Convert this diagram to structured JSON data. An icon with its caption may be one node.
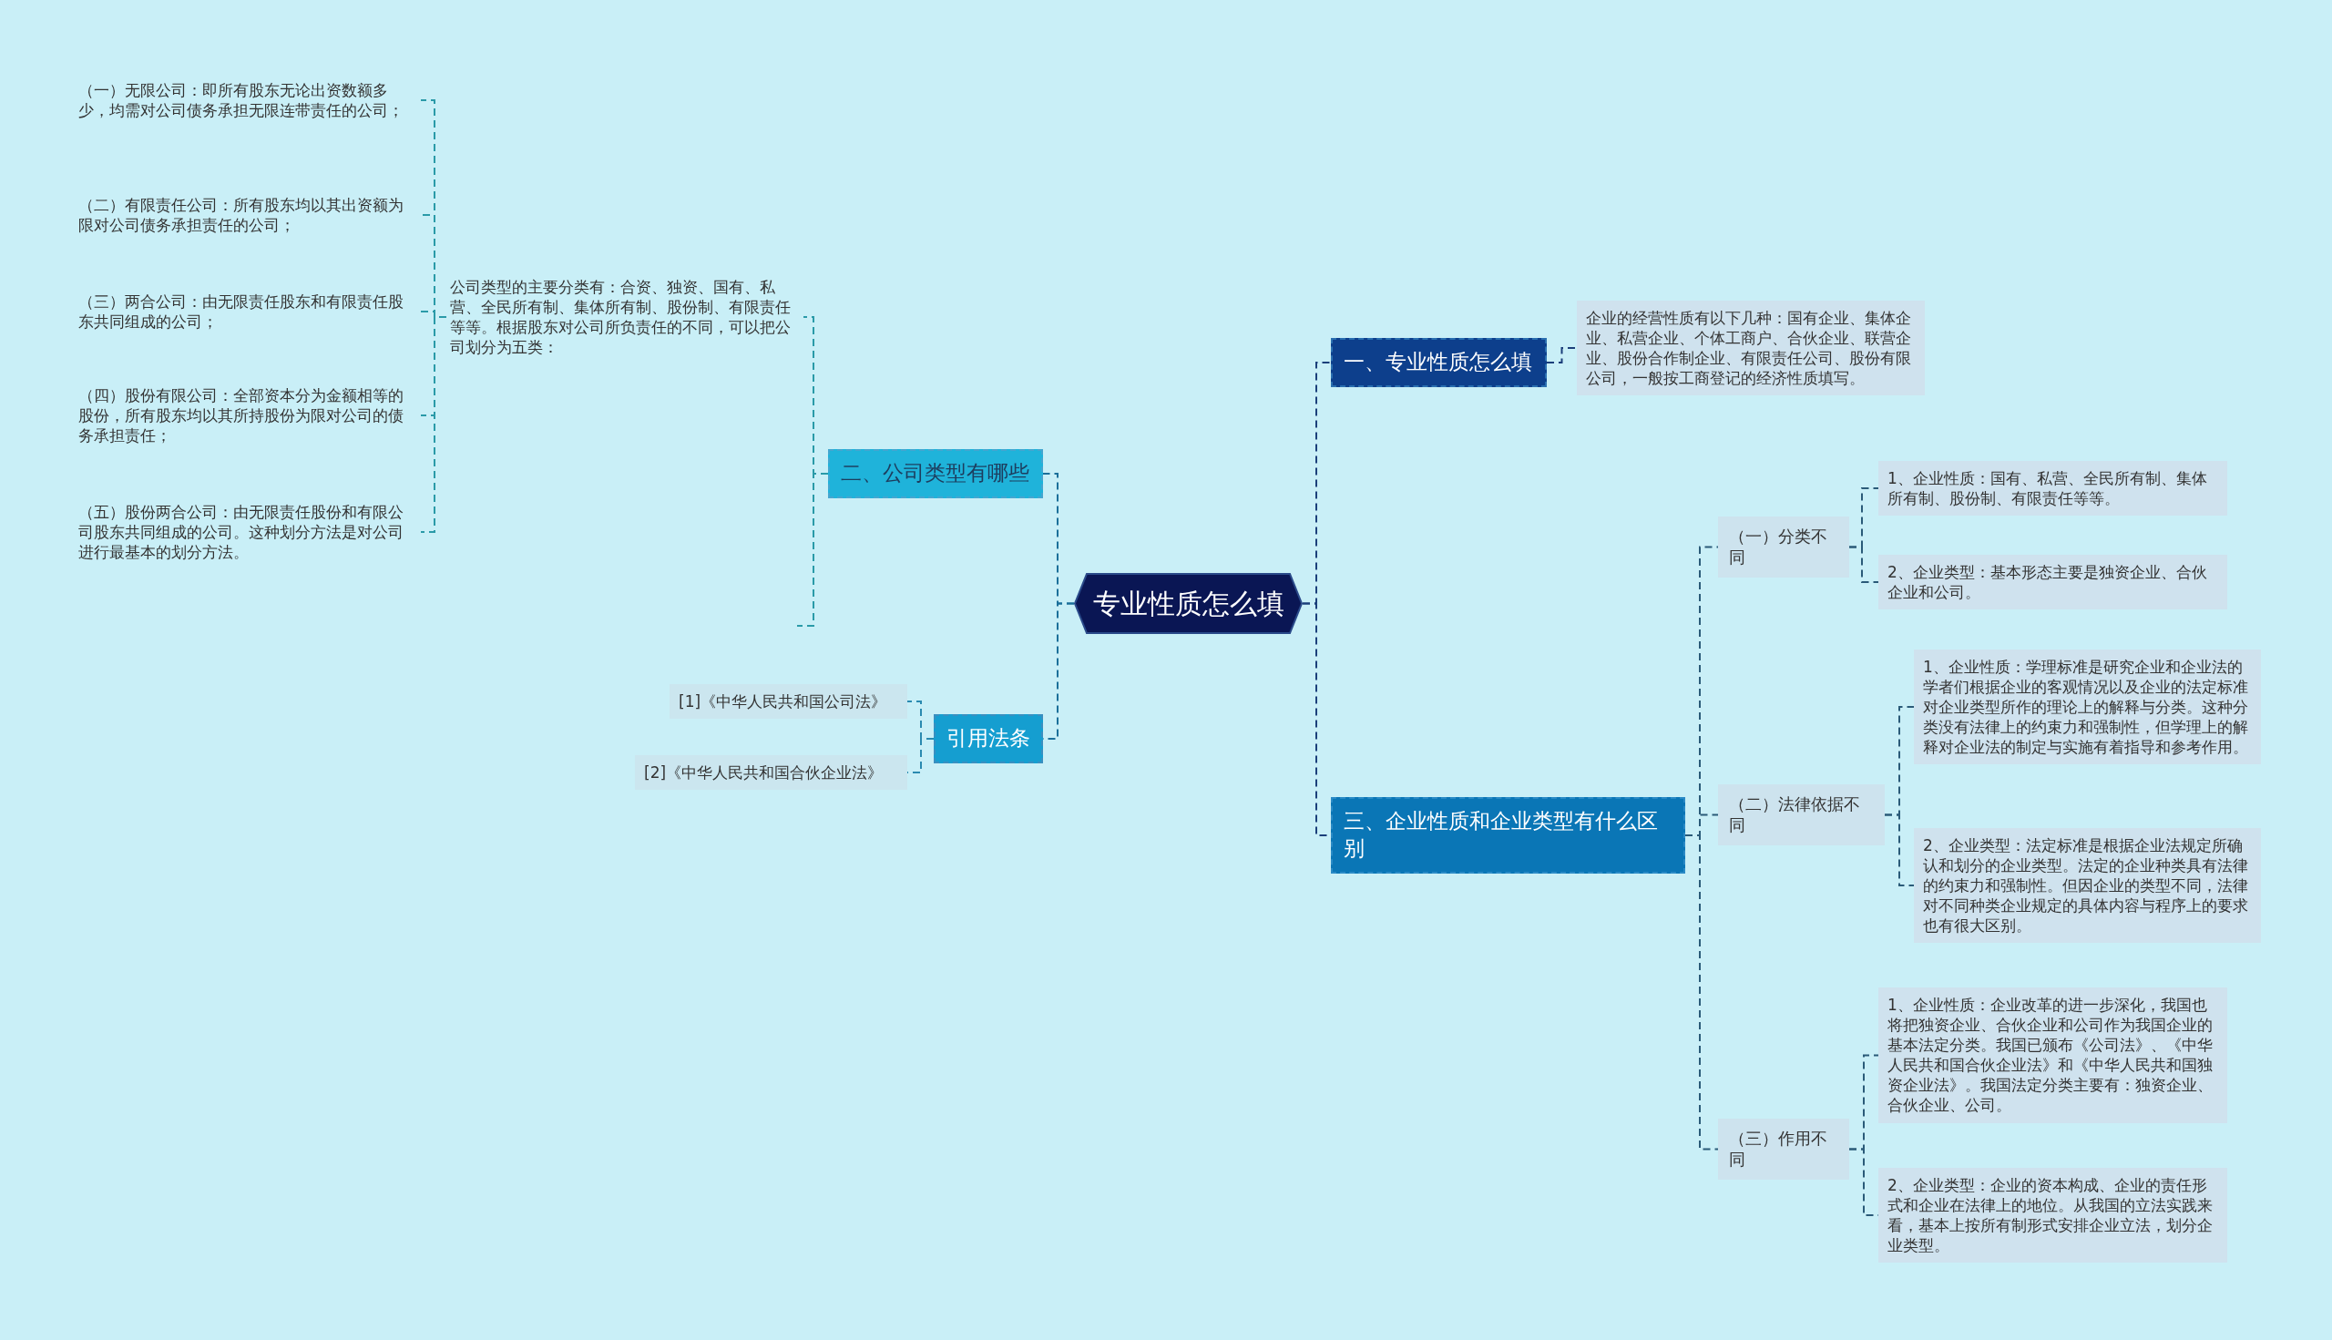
{
  "diagram": {
    "nodes": [
      {
        "text": [
          "专业性质怎么填"
        ]
      },
      {
        "text": [
          "一、专业性质怎么填"
        ]
      },
      {
        "text": [
          "企业的经营性质有以下几种：国有企业、集体企业、私营企业、个体工商户、合伙企业、联营企业、股份合作制企业、有限责任公司、股份有限公司，一般按工商登记的经济性质填写。"
        ]
      },
      {
        "text": [
          "三、企业性质和企业类型有什么区别"
        ]
      },
      {
        "text": [
          "（一）分类不同"
        ]
      },
      {
        "text": [
          "1、企业性质：国有、私营、全民所有制、集体所有制、股份制、有限责任等等。"
        ]
      },
      {
        "text": [
          "2、企业类型：基本形态主要是独资企业、合伙企业和公司。"
        ]
      },
      {
        "text": [
          "（二）法律依据不同"
        ]
      },
      {
        "text": [
          "1、企业性质：学理标准是研究企业和企业法的学者们根据企业的客观情况以及企业的法定标准对企业类型所作的理论上的解释与分类。这种分类没有法律上的约束力和强制性，但学理上的解释对企业法的制定与实施有着指导和参考作用。"
        ]
      },
      {
        "text": [
          "2、企业类型：法定标准是根据企业法规定所确认和划分的企业类型。法定的企业种类具有法律的约束力和强制性。但因企业的类型不同，法律对不同种类企业规定的具体内容与程序上的要求也有很大区别。"
        ]
      },
      {
        "text": [
          "（三）作用不同"
        ]
      },
      {
        "text": [
          "1、企业性质：企业改革的进一步深化，我国也将把独资企业、合伙企业和公司作为我国企业的基本法定分类。我国已颁布《公司法》、《中华人民共和国合伙企业法》和《中华人民共和国独资企业法》。我国法定分类主要有：独资企业、合伙企业、公司。"
        ]
      },
      {
        "text": [
          "2、企业类型：企业的资本构成、企业的责任形式和企业在法律上的地位。从我国的立法实践来看，基本上按所有制形式安排企业立法，划分企业类型。"
        ]
      },
      {
        "text": [
          "二、公司类型有哪些"
        ]
      },
      {
        "text": [
          "公司类型的主要分类有：合资、独资、国有、私营、全民所有制、集体所有制、股份制、有限责任等等。根据股东对公司所负责任的不同，可以把公司划分为五类："
        ]
      },
      {
        "text": [
          "（一）无限公司：即所有股东无论出资数额多少，均需对公司债务承担无限连带责任的公司；"
        ]
      },
      {
        "text": [
          "（二）有限责任公司：所有股东均以其出资额为限对公司债务承担责任的公司；"
        ]
      },
      {
        "text": [
          "（三）两合公司：由无限责任股东和有限责任股东共同组成的公司；"
        ]
      },
      {
        "text": [
          "（四）股份有限公司：全部资本分为金额相等的股份，所有股东均以其所持股份为限对公司的债务承担责任；"
        ]
      },
      {
        "text": [
          "（五）股份两合公司：由无限责任股份和有限公司股东共同组成的公司。这种划分方法是对公司进行最基本的划分方法。"
        ]
      },
      {
        "text": [
          "引用法条"
        ]
      },
      {
        "text": [
          "[1]《中华人民共和国公司法》"
        ]
      },
      {
        "text": [
          "[2]《中华人民共和国合伙企业法》"
        ]
      }
    ],
    "edges": [
      {
        "from": 0,
        "to": 1,
        "arrow": "none",
        "style": "dashed",
        "color": "#1b3f7a"
      },
      {
        "from": 0,
        "to": 3,
        "arrow": "none",
        "style": "dashed",
        "color": "#1b3f7a"
      },
      {
        "from": 0,
        "to": 13,
        "arrow": "none",
        "style": "dashed",
        "color": "#1b6f9a"
      },
      {
        "from": 0,
        "to": 20,
        "arrow": "none",
        "style": "dashed",
        "color": "#1b6f9a"
      },
      {
        "from": 1,
        "to": 2,
        "arrow": "none",
        "style": "dashed",
        "color": "#1b3f7a"
      },
      {
        "from": 3,
        "to": 4,
        "arrow": "none",
        "style": "dashed",
        "color": "#2a5a78"
      },
      {
        "from": 3,
        "to": 7,
        "arrow": "none",
        "style": "dashed",
        "color": "#2a5a78"
      },
      {
        "from": 3,
        "to": 10,
        "arrow": "none",
        "style": "dashed",
        "color": "#2a5a78"
      },
      {
        "from": 4,
        "to": 5,
        "arrow": "none",
        "style": "dashed",
        "color": "#2a5a78"
      },
      {
        "from": 4,
        "to": 6,
        "arrow": "none",
        "style": "dashed",
        "color": "#2a5a78"
      },
      {
        "from": 7,
        "to": 8,
        "arrow": "none",
        "style": "dashed",
        "color": "#2a5a78"
      },
      {
        "from": 7,
        "to": 9,
        "arrow": "none",
        "style": "dashed",
        "color": "#2a5a78"
      },
      {
        "from": 10,
        "to": 11,
        "arrow": "none",
        "style": "dashed",
        "color": "#2a5a78"
      },
      {
        "from": 10,
        "to": 12,
        "arrow": "none",
        "style": "dashed",
        "color": "#2a5a78"
      },
      {
        "from": 13,
        "to": 14,
        "arrow": "none",
        "style": "dashed",
        "color": "#2a9aa8"
      },
      {
        "from": 13,
        "to": null,
        "arrow": "none",
        "style": "dashed",
        "color": "#2a9aa8"
      },
      {
        "from": 14,
        "to": 15,
        "arrow": "none",
        "style": "dashed",
        "color": "#2a9aa8"
      },
      {
        "from": 14,
        "to": 16,
        "arrow": "none",
        "style": "dashed",
        "color": "#2a9aa8"
      },
      {
        "from": 14,
        "to": 17,
        "arrow": "none",
        "style": "dashed",
        "color": "#2a9aa8"
      },
      {
        "from": 14,
        "to": 18,
        "arrow": "none",
        "style": "dashed",
        "color": "#2a9aa8"
      },
      {
        "from": 14,
        "to": 19,
        "arrow": "none",
        "style": "dashed",
        "color": "#2a9aa8"
      },
      {
        "from": 20,
        "to": 21,
        "arrow": "none",
        "style": "dashed",
        "color": "#2a8ab0"
      },
      {
        "from": 20,
        "to": 22,
        "arrow": "none",
        "style": "dashed",
        "color": "#2a8ab0"
      }
    ]
  }
}
